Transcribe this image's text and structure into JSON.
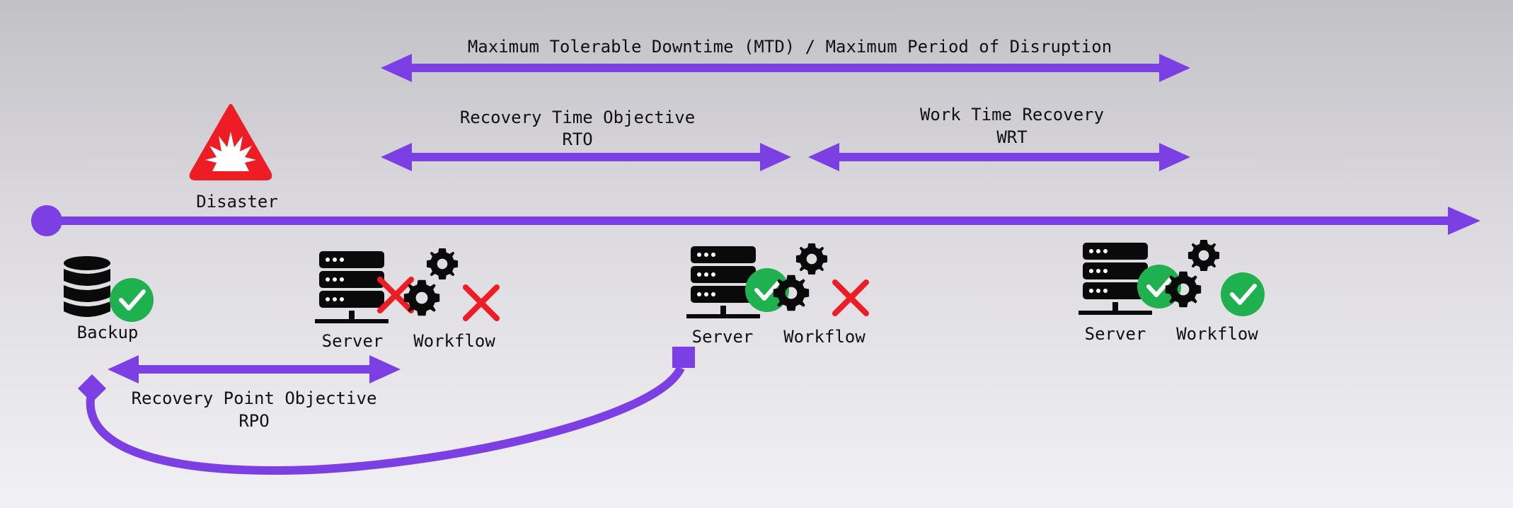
{
  "colors": {
    "accent": "#7b3fe4",
    "ok": "#1fb04f",
    "fail": "#ee1c25",
    "alert": "#ee1c25",
    "icon": "#0a0a0a"
  },
  "labels": {
    "mtd": "Maximum Tolerable Downtime (MTD) / Maximum Period of Disruption",
    "rto_line1": "Recovery Time Objective",
    "rto_line2": "RTO",
    "wrt_line1": "Work Time Recovery",
    "wrt_line2": "WRT",
    "disaster": "Disaster",
    "backup": "Backup",
    "rpo_line1": "Recovery Point Objective",
    "rpo_line2": "RPO",
    "server": "Server",
    "workflow": "Workflow"
  },
  "stages": [
    {
      "server_status": "fail",
      "workflow_status": "fail"
    },
    {
      "server_status": "ok",
      "workflow_status": "fail"
    },
    {
      "server_status": "ok",
      "workflow_status": "ok"
    }
  ]
}
